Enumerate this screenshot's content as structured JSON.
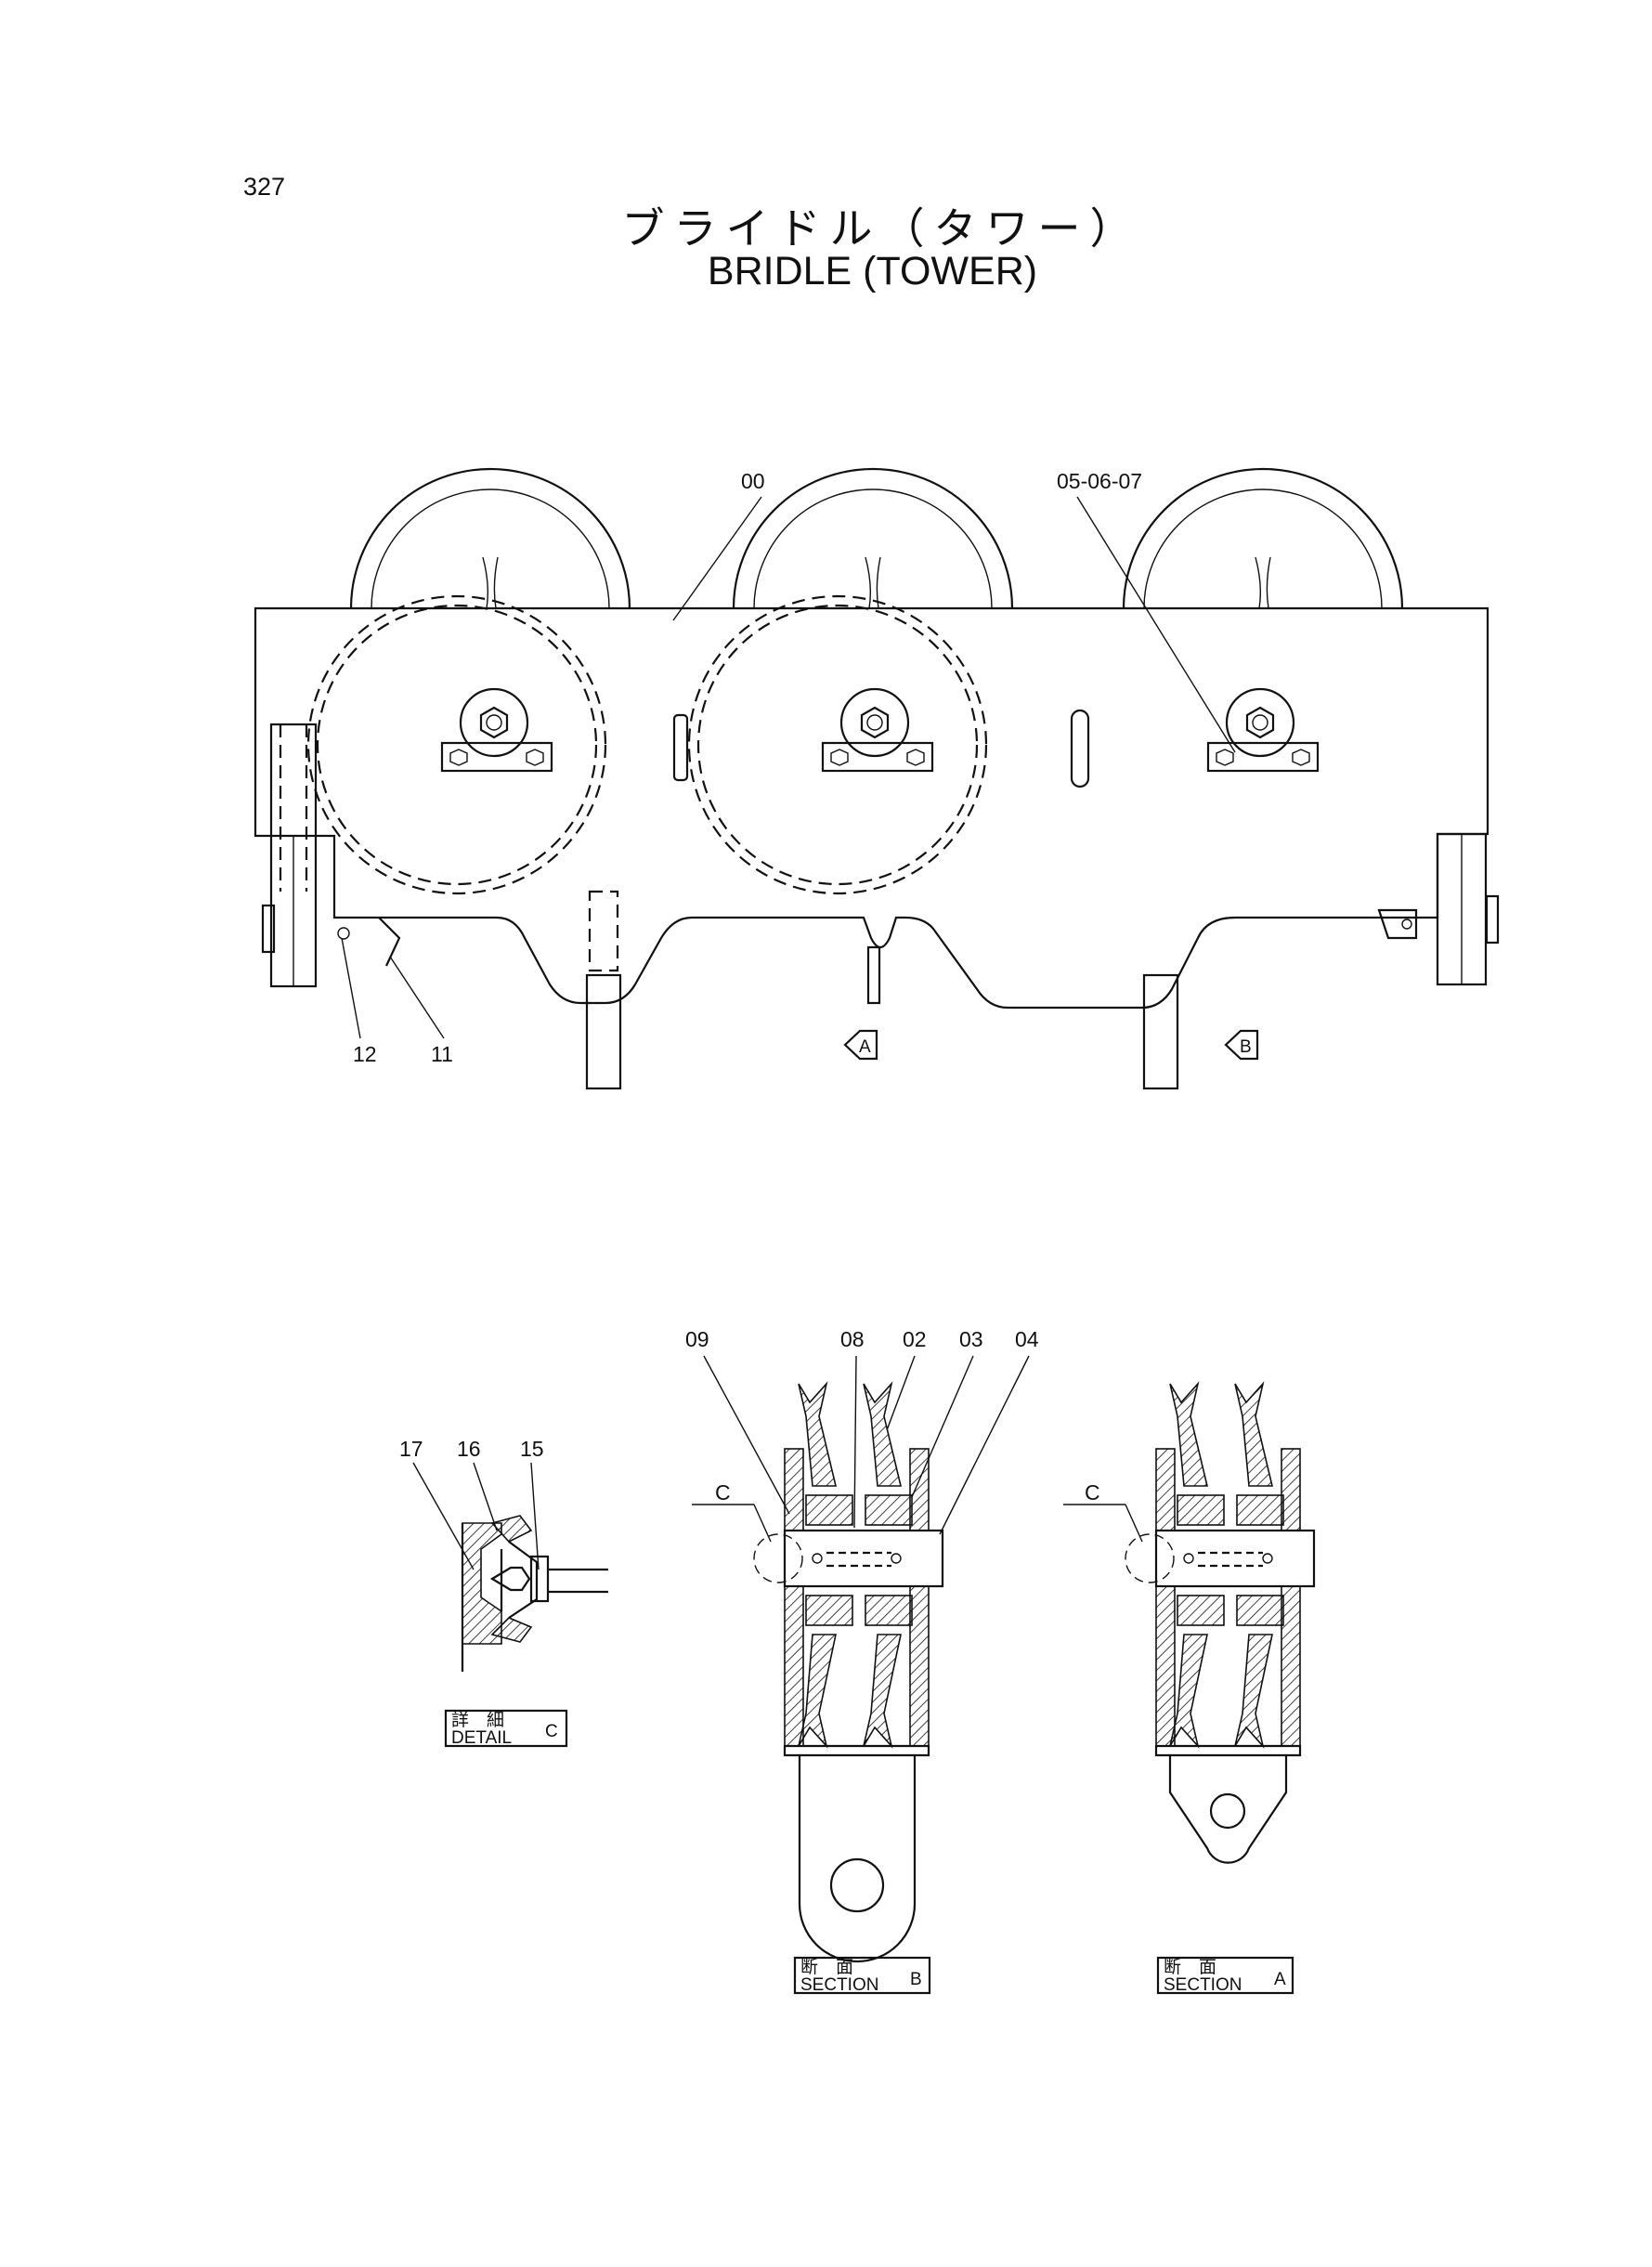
{
  "page": {
    "number": "327"
  },
  "title": {
    "japanese": "ブライドル（タワー）",
    "english": "BRIDLE (TOWER)"
  },
  "callouts": {
    "main_view": [
      "00",
      "05-06-07",
      "12",
      "11"
    ],
    "section_b": [
      "09",
      "08",
      "02",
      "03",
      "04"
    ],
    "detail_c": [
      "17",
      "16",
      "15"
    ]
  },
  "view_markers": {
    "section_a_arrow": "A",
    "section_b_arrow": "B",
    "detail_ref": "C"
  },
  "view_titles": {
    "detail_c": {
      "japanese": "詳　細",
      "english": "DETAIL",
      "letter": "C"
    },
    "section_b": {
      "japanese": "断　面",
      "english": "SECTION",
      "letter": "B"
    },
    "section_a": {
      "japanese": "断　面",
      "english": "SECTION",
      "letter": "A"
    }
  }
}
